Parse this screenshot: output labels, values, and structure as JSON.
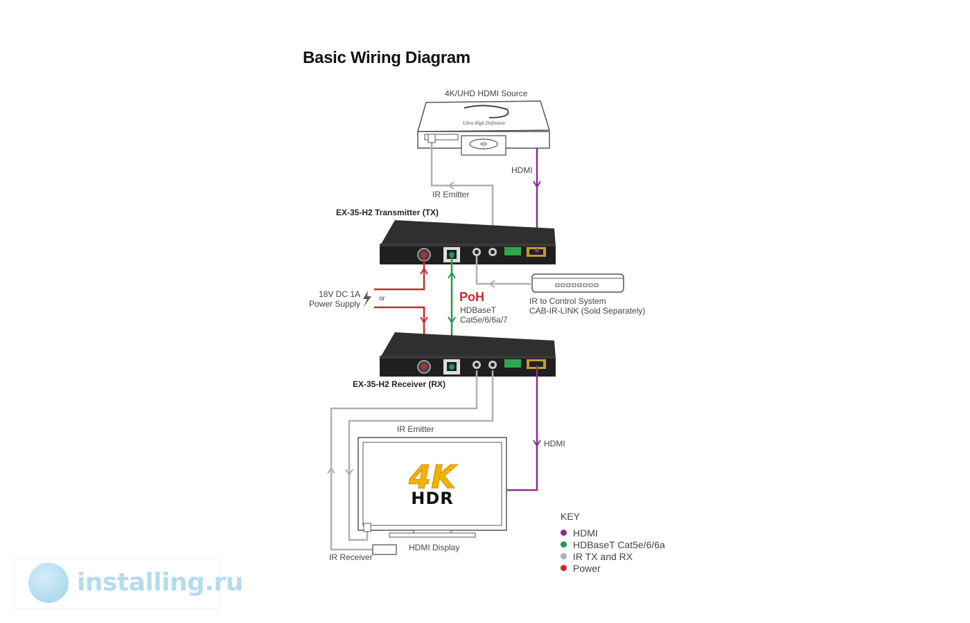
{
  "title": "Basic Wiring Diagram",
  "labels": {
    "source": "4K/UHD HDMI Source",
    "hdmi_top": "HDMI",
    "ir_emitter_top": "IR Emitter",
    "transmitter": "EX-35-H2 Transmitter (TX)",
    "power_line1": "18V DC 1A",
    "power_line2": "Power Supply",
    "or": "or",
    "poh": "PoH",
    "hdbaset_line1": "HDBaseT",
    "hdbaset_line2": "Cat5e/6/6a/7",
    "ir_control_line1": "IR to Control System",
    "ir_control_line2": "CAB-IR-LINK (Sold Separately)",
    "receiver": "EX-35-H2 Receiver (RX)",
    "ir_emitter_bottom": "IR Emitter",
    "hdmi_bottom": "HDMI",
    "display": "HDMI Display",
    "ir_receiver": "IR Receiver",
    "tv_4k": "4K",
    "tv_hdr": "HDR"
  },
  "key": {
    "title": "KEY",
    "items": [
      {
        "label": "HDMI",
        "color": "#8b2a8f"
      },
      {
        "label": "HDBaseT Cat5e/6/6a",
        "color": "#1e9a4a"
      },
      {
        "label": "IR TX and RX",
        "color": "#b0b0b0"
      },
      {
        "label": "Power",
        "color": "#c8292f"
      }
    ]
  },
  "colors": {
    "hdmi": "#8b2a8f",
    "hdbaset": "#1e9a4a",
    "ir": "#b0b0b0",
    "power": "#c8292f"
  },
  "watermark": "installing.ru"
}
